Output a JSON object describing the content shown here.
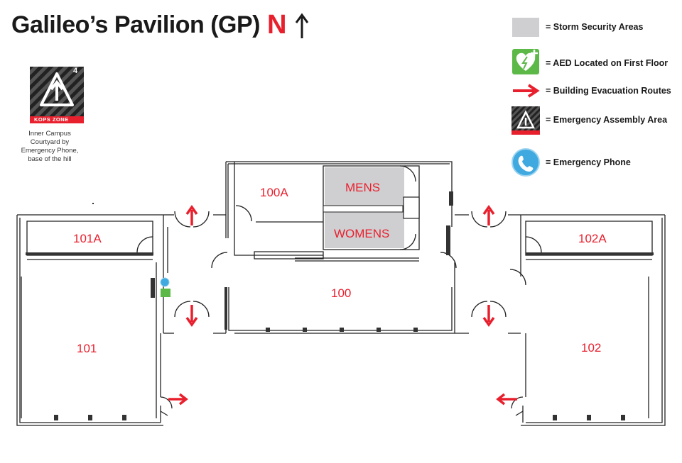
{
  "title": "Galileo’s Pavilion (GP)",
  "north_letter": "N",
  "kops": {
    "number": "4",
    "zone_text": "KOPS ZONE",
    "caption": "Inner Campus Courtyard by Emergency Phone, base of the hill"
  },
  "legend": [
    {
      "icon": "storm-security-swatch",
      "label": "= Storm Security Areas"
    },
    {
      "icon": "aed-icon",
      "label": "= AED Located on First Floor"
    },
    {
      "icon": "evacuation-arrow-icon",
      "label": "= Building Evacuation Routes"
    },
    {
      "icon": "kops-zone-icon",
      "label": "= Emergency Assembly Area"
    },
    {
      "icon": "emergency-phone-icon",
      "label": "= Emergency Phone"
    }
  ],
  "rooms": {
    "r100a": "100A",
    "mens": "MENS",
    "womens": "WOMENS",
    "r100": "100",
    "r101a": "101A",
    "r101": "101",
    "r102a": "102A",
    "r102": "102"
  },
  "colors": {
    "accent_red": "#e8202e",
    "storm_gray": "#cfcfd1",
    "aed_green": "#5cb947",
    "phone_blue": "#3fa9e0"
  }
}
